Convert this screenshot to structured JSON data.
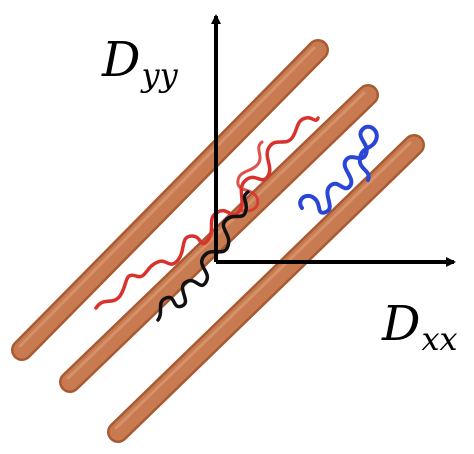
{
  "axes": {
    "y": {
      "symbol": "D",
      "subscript": "yy"
    },
    "x": {
      "symbol": "D",
      "subscript": "xx"
    }
  },
  "colors": {
    "rod_fill": "#c87a50",
    "rod_edge": "#a85a32",
    "rod_highlight": "#e0a47f",
    "red_chain": "#d9322c",
    "black_chain": "#111111",
    "blue_chain": "#2a46d6",
    "axis": "#000000"
  }
}
